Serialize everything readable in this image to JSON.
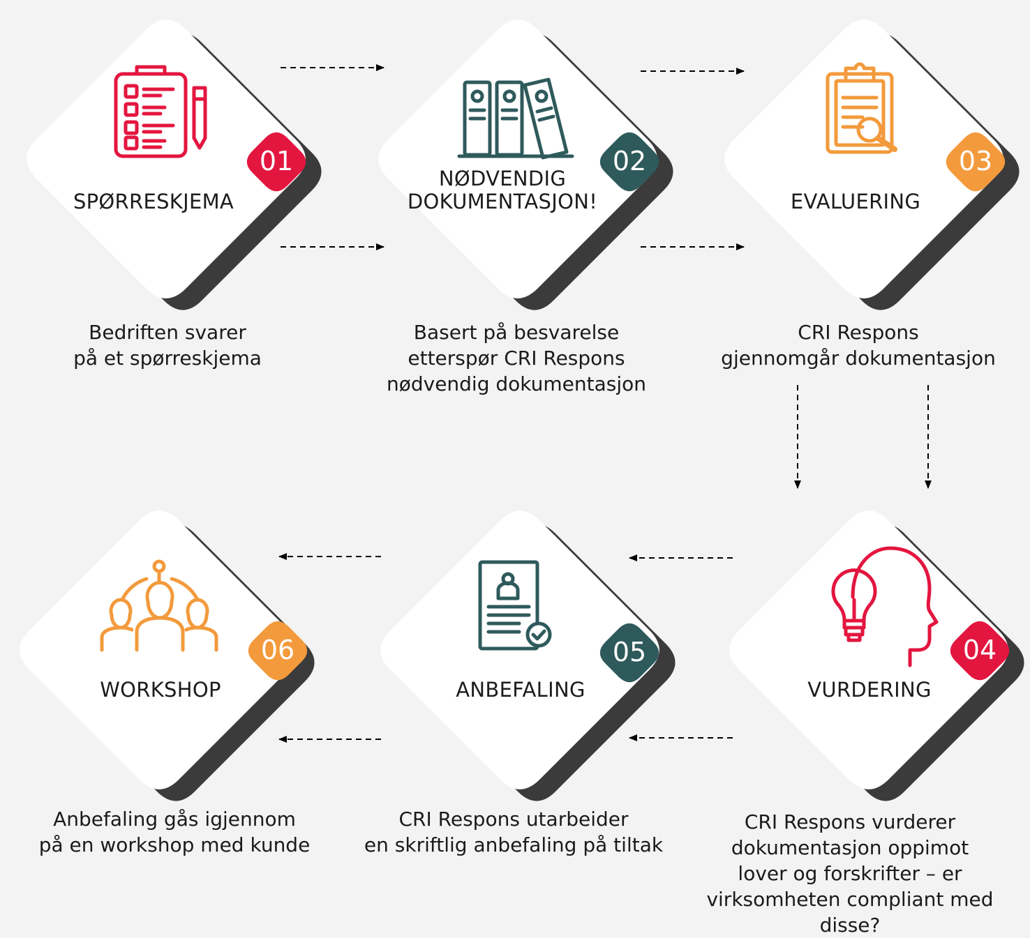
{
  "colors": {
    "red": "#e3163f",
    "teal": "#2f5a5c",
    "orange": "#f39a3c",
    "shadow": "#3b3b3b",
    "card": "#ffffff",
    "background": "#f2f3f2"
  },
  "steps": [
    {
      "number": "01",
      "title": "SPØRRESKJEMA",
      "caption_lines": [
        "Bedriften svarer",
        "på et spørreskjema"
      ],
      "badge_color": "red",
      "icon": "clipboard-checklist-icon"
    },
    {
      "number": "02",
      "title_lines": [
        "NØDVENDIG",
        "DOKUMENTASJON!"
      ],
      "caption_lines": [
        "Basert på besvarelse",
        "etterspør CRI Respons",
        "nødvendig dokumentasjon"
      ],
      "badge_color": "teal",
      "icon": "binders-icon"
    },
    {
      "number": "03",
      "title": "EVALUERING",
      "caption_lines": [
        "CRI Respons",
        "gjennomgår dokumentasjon"
      ],
      "badge_color": "orange",
      "icon": "clipboard-search-icon"
    },
    {
      "number": "04",
      "title": "VURDERING",
      "caption_lines": [
        "CRI Respons vurderer",
        "dokumentasjon oppimot",
        "lover og forskrifter – er",
        "virksomheten compliant med disse?"
      ],
      "badge_color": "red",
      "icon": "lightbulb-head-icon"
    },
    {
      "number": "05",
      "title": "ANBEFALING",
      "caption_lines": [
        "CRI Respons utarbeider",
        "en skriftlig anbefaling på tiltak"
      ],
      "badge_color": "teal",
      "icon": "document-approved-icon"
    },
    {
      "number": "06",
      "title": "WORKSHOP",
      "caption_lines": [
        "Anbefaling gås igjennom",
        "på en workshop med kunde"
      ],
      "badge_color": "orange",
      "icon": "team-meeting-icon"
    }
  ]
}
